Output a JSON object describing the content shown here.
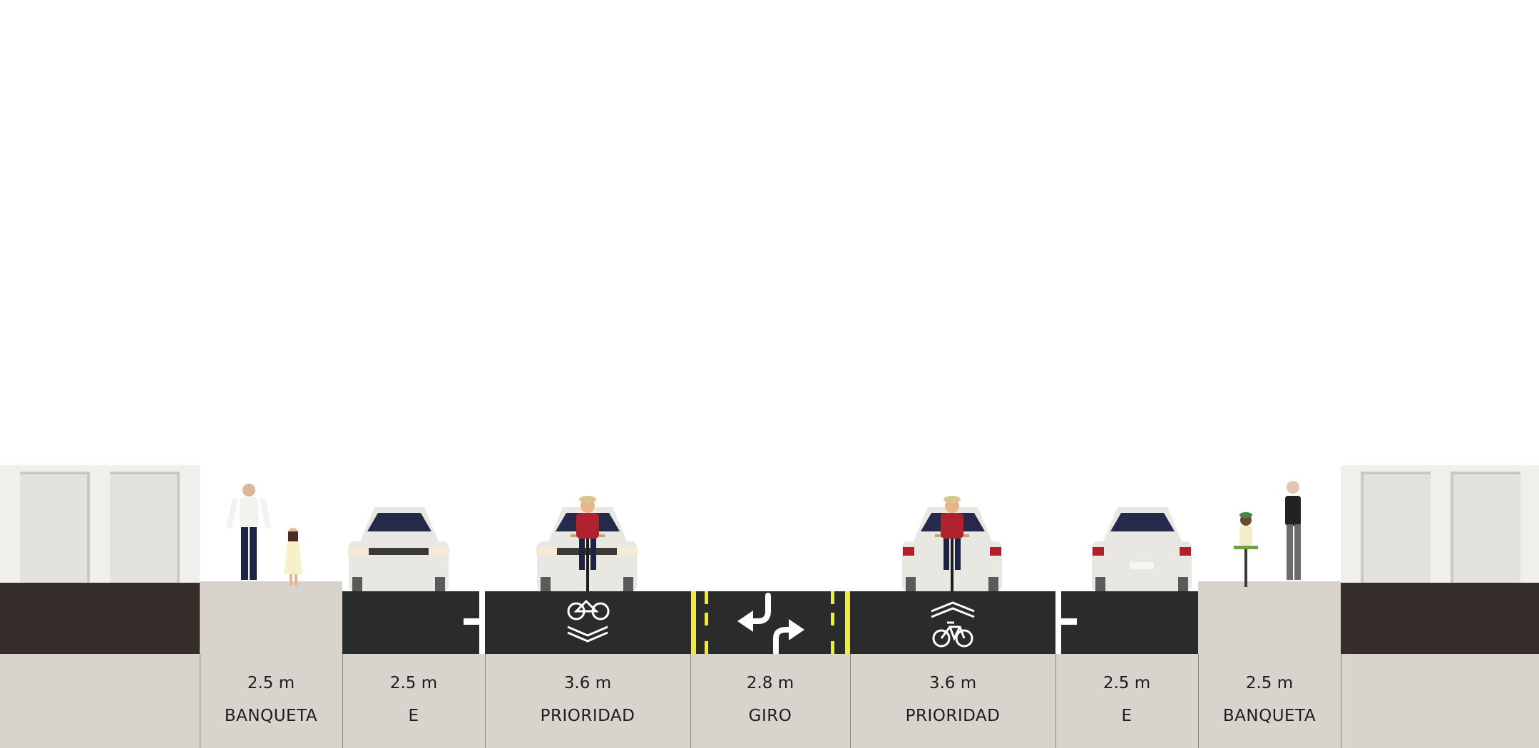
{
  "segments": [
    {
      "width": "2.5 m",
      "name": "BANQUETA"
    },
    {
      "width": "2.5 m",
      "name": "E"
    },
    {
      "width": "3.6 m",
      "name": "PRIORIDAD"
    },
    {
      "width": "2.8 m",
      "name": "GIRO"
    },
    {
      "width": "3.6 m",
      "name": "PRIORIDAD"
    },
    {
      "width": "2.5 m",
      "name": "E"
    },
    {
      "width": "2.5 m",
      "name": "BANQUETA"
    }
  ],
  "colors": {
    "asphalt": "#2a2c2b",
    "sidewalk": "#d8d3cd",
    "soil": "#352e2a",
    "building": "#f0efeb",
    "lane_marking": "#ffffff",
    "center_marking": "#f2e93d",
    "car_body": "#e9e7e2",
    "cyclist_jacket": "#b0232e"
  },
  "icons": [
    "pedestrian-icon",
    "car-icon",
    "cyclist-icon",
    "turn-arrows-icon",
    "bike-priority-icon",
    "building-icon"
  ]
}
